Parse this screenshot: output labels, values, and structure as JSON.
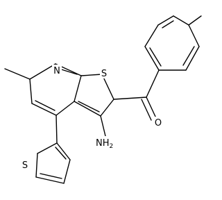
{
  "molecule": {
    "atoms": {
      "n1": "N",
      "s1": "S",
      "o1": "O",
      "nh2": {
        "symbol": "NH",
        "subscript": "2"
      },
      "s2": "S"
    }
  }
}
